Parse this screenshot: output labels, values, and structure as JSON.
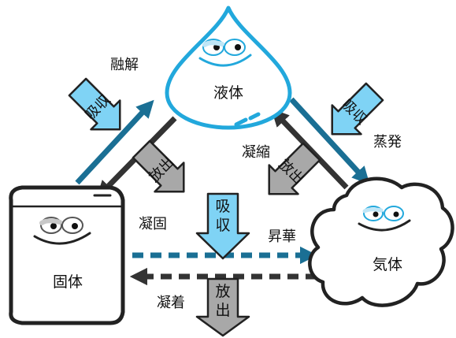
{
  "states": {
    "liquid": "液体",
    "solid": "固体",
    "gas": "気体"
  },
  "processes": {
    "melting": "融解",
    "freezing": "凝固",
    "condensation": "凝縮",
    "evaporation": "蒸発",
    "sublimation": "昇華",
    "deposition": "凝着"
  },
  "heat": {
    "absorb": "吸収",
    "release": "放出",
    "absorb_chars": [
      "吸",
      "収"
    ],
    "release_chars": [
      "放",
      "出"
    ]
  },
  "colors": {
    "absorb_fill": "#7fd3f5",
    "release_fill": "#a8a8a8",
    "heating_arrow": "#1a6f94",
    "cooling_arrow": "#333333",
    "liquid_outline": "#22a8dc",
    "outline": "#222222"
  }
}
